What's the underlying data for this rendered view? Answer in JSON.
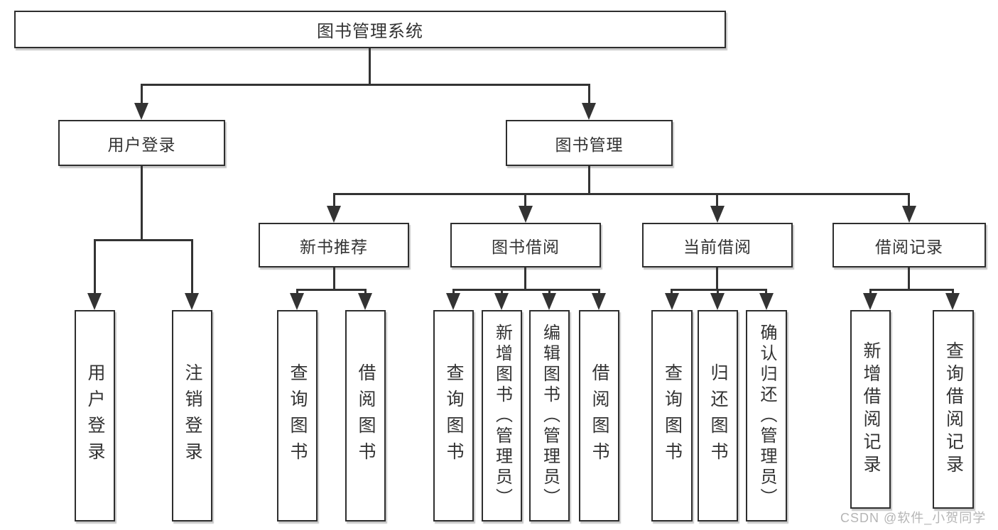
{
  "colors": {
    "line": "#333333",
    "box_border": "#2e2e2e",
    "text": "#333333",
    "watermark": "#b5b5b5",
    "background": "#ffffff"
  },
  "nodes": {
    "root": "图书管理系统",
    "level2": {
      "user_login": "用户登录",
      "book_mgmt": "图书管理"
    },
    "level3": {
      "new_books": "新书推荐",
      "book_borrow": "图书借阅",
      "current_borrow": "当前借阅",
      "borrow_records": "借阅记录"
    },
    "leaves": {
      "login": [
        "用户登录",
        "注销登录"
      ],
      "new_books": [
        "查询图书",
        "借阅图书"
      ],
      "book_borrow": [
        "查询图书",
        "新增图书（管理员）",
        "编辑图书（管理员）",
        "借阅图书"
      ],
      "current_borrow": [
        "查询图书",
        "归还图书",
        "确认归还（管理员）"
      ],
      "borrow_records": [
        "新增借阅记录",
        "查询借阅记录"
      ]
    }
  },
  "watermark": {
    "text": "CSDN @软件_小贺同学"
  }
}
